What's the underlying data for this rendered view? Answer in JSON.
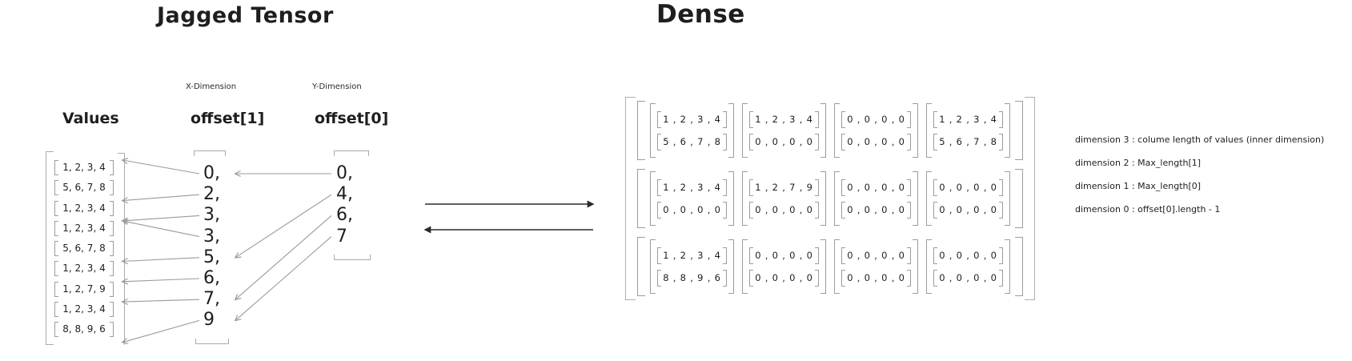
{
  "jagged": {
    "title": "Jagged Tensor",
    "values_label": "Values",
    "x_dimension_label": "X-Dimension",
    "y_dimension_label": "Y-Dimension",
    "offset1_label": "offset[1]",
    "offset0_label": "offset[0]",
    "values_rows": [
      [
        1,
        2,
        3,
        4
      ],
      [
        5,
        6,
        7,
        8
      ],
      [
        1,
        2,
        3,
        4
      ],
      [
        1,
        2,
        3,
        4
      ],
      [
        5,
        6,
        7,
        8
      ],
      [
        1,
        2,
        3,
        4
      ],
      [
        1,
        2,
        7,
        9
      ],
      [
        1,
        2,
        3,
        4
      ],
      [
        8,
        8,
        9,
        6
      ]
    ],
    "offset1": [
      0,
      2,
      3,
      3,
      5,
      6,
      7,
      9
    ],
    "offset0": [
      0,
      4,
      6,
      7
    ]
  },
  "dense": {
    "title": "Dense",
    "grid": [
      [
        [
          [
            1,
            2,
            3,
            4
          ],
          [
            5,
            6,
            7,
            8
          ]
        ],
        [
          [
            1,
            2,
            3,
            4
          ],
          [
            0,
            0,
            0,
            0
          ]
        ],
        [
          [
            0,
            0,
            0,
            0
          ],
          [
            0,
            0,
            0,
            0
          ]
        ],
        [
          [
            1,
            2,
            3,
            4
          ],
          [
            5,
            6,
            7,
            8
          ]
        ]
      ],
      [
        [
          [
            1,
            2,
            3,
            4
          ],
          [
            0,
            0,
            0,
            0
          ]
        ],
        [
          [
            1,
            2,
            7,
            9
          ],
          [
            0,
            0,
            0,
            0
          ]
        ],
        [
          [
            0,
            0,
            0,
            0
          ],
          [
            0,
            0,
            0,
            0
          ]
        ],
        [
          [
            0,
            0,
            0,
            0
          ],
          [
            0,
            0,
            0,
            0
          ]
        ]
      ],
      [
        [
          [
            1,
            2,
            3,
            4
          ],
          [
            8,
            8,
            9,
            6
          ]
        ],
        [
          [
            0,
            0,
            0,
            0
          ],
          [
            0,
            0,
            0,
            0
          ]
        ],
        [
          [
            0,
            0,
            0,
            0
          ],
          [
            0,
            0,
            0,
            0
          ]
        ],
        [
          [
            0,
            0,
            0,
            0
          ],
          [
            0,
            0,
            0,
            0
          ]
        ]
      ]
    ]
  },
  "annotations": [
    "dimension 3 : colume length of values (inner dimension)",
    "dimension 2 : Max_length[1]",
    "dimension 1 : Max_length[0]",
    "dimension 0 : offset[0].length - 1"
  ],
  "colors": {
    "ink": "#1e1e1e",
    "bracket": "#9c9c9c",
    "mapping_arrow": "#9a9a9a",
    "convert_arrow": "#2b2b2b"
  }
}
